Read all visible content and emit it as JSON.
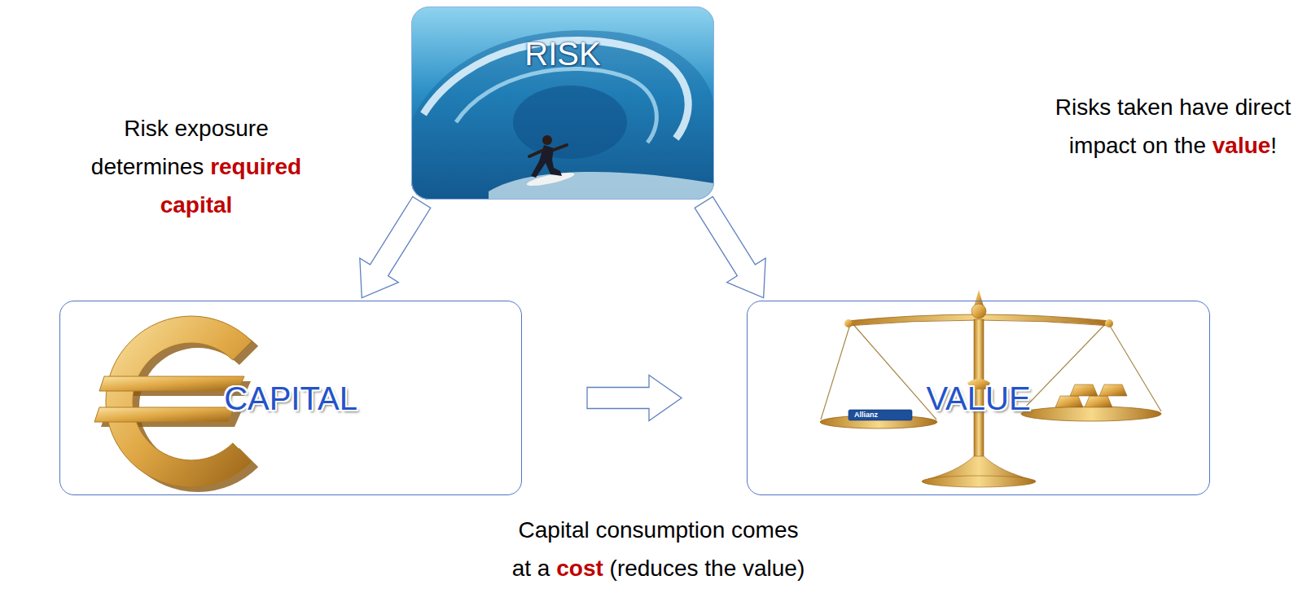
{
  "diagram": {
    "nodes": [
      {
        "text": [
          "RISK"
        ]
      },
      {
        "text": [
          "CAPITAL"
        ]
      },
      {
        "text": [
          "VALUE"
        ]
      }
    ],
    "edges": [
      {
        "from": 0,
        "to": 1,
        "arrow": "to",
        "label": "Risk exposure determines required capital"
      },
      {
        "from": 0,
        "to": 2,
        "arrow": "to",
        "label": "Risks taken have direct impact on the value!"
      },
      {
        "from": 1,
        "to": 2,
        "arrow": "to",
        "label": "Capital consumption comes at a cost (reduces the value)"
      }
    ],
    "labels": [
      "Allianz"
    ]
  }
}
